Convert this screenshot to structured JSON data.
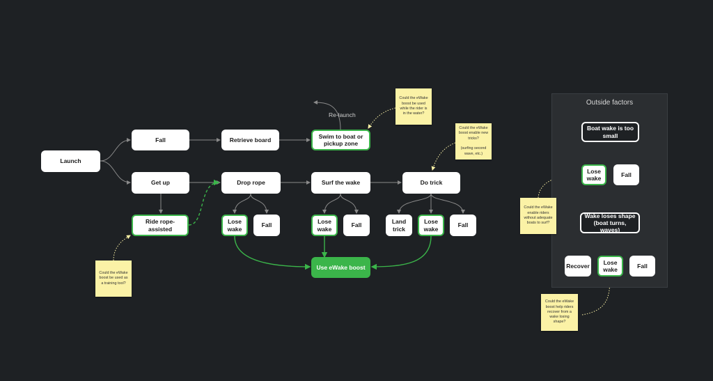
{
  "nodes": {
    "launch": "Launch",
    "fall_top": "Fall",
    "retrieve_board": "Retrieve board",
    "swim": "Swim to boat or pickup zone",
    "get_up": "Get up",
    "drop_rope": "Drop rope",
    "surf_wake": "Surf the wake",
    "do_trick": "Do trick",
    "ride_assisted": "Ride rope-assisted",
    "lose_wake_1": "Lose wake",
    "fall_1": "Fall",
    "lose_wake_2": "Lose wake",
    "fall_2": "Fall",
    "land_trick": "Land trick",
    "lose_wake_3": "Lose wake",
    "fall_3": "Fall",
    "use_boost": "Use eWake boost"
  },
  "relaunch": "Re-launch",
  "outside": {
    "title": "Outside factors",
    "boat_wake_small": "Boat wake is too small",
    "lose_wake_a": "Lose wake",
    "fall_a": "Fall",
    "wake_loses_shape": "Wake loses shape (boat turns, waves)",
    "recover": "Recover",
    "lose_wake_b": "Lose wake",
    "fall_b": "Fall"
  },
  "stickies": {
    "in_water": "Could the eWake boost be used while the rider is in the water?",
    "new_tricks": "Could the eWake boost enable new tricks?\n\n(surfing second wave, etc.)",
    "training": "Could the eWake boost be used as a training tool?",
    "adequate_boats": "Could the eWake enable riders without adequate boats to surf?",
    "recover_shape": "Could the eWake boost help riders recover from a wake losing shape?"
  },
  "colors": {
    "background": "#1e2124",
    "accent_green": "#3bb54a",
    "sticky": "#fbf2a6",
    "connector": "#8a8a8a"
  }
}
